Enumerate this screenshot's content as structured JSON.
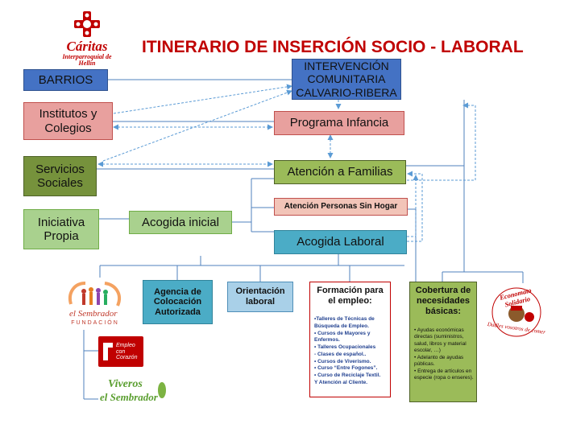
{
  "caritas": {
    "name": "Cáritas",
    "subtitle": "Interparroquial de Hellín"
  },
  "title": "ITINERARIO DE INSERCIÓN SOCIO - LABORAL",
  "left_boxes": {
    "barrios": "BARRIOS",
    "institutos": "Institutos y Colegios",
    "servicios": "Servicios Sociales",
    "iniciativa": "Iniciativa Propia"
  },
  "center_boxes": {
    "intervencion": "INTERVENCIÓN COMUNITARIA CALVARIO-RIBERA",
    "infancia": "Programa Infancia",
    "familias": "Atención a Familias",
    "sin_hogar": "Atención Personas Sin Hogar",
    "acogida_laboral": "Acogida Laboral",
    "acogida_inicial": "Acogida inicial"
  },
  "bottom_boxes": {
    "agencia": "Agencia de Colocación Autorizada",
    "orientacion": "Orientación laboral",
    "formacion_title": "Formación para el empleo:",
    "formacion_items": [
      "•Talleres de Técnicas de Búsqueda de Empleo.",
      "• Cursos de Mayores y Enfermos.",
      "• Talleres Ocupacionales",
      "- Clases de español..",
      "• Cursos de Viverismo.",
      "• Curso “Entre Fogones”.",
      "• Curso de Reciclaje Textil.",
      "Y Atención al Cliente."
    ],
    "cobertura_title": "Cobertura de necesidades básicas:",
    "cobertura_items": [
      "• Ayudas económicas directas (suministros, salud, libros y material escolar, …)",
      "• Adelanto de ayudas públicas.",
      "• Entrega de artículos en especie (ropa o enseres)."
    ]
  },
  "logos": {
    "sembrador": "el Sembrador",
    "fundacion": "FUNDACIÓN",
    "empleo": "Empleo con Corazón",
    "viveros_1": "Viveros",
    "viveros_2": "el Sembrador",
    "economato": "Economato Solidario",
    "economato_motto": "Dadles vosotros de comer"
  },
  "colors": {
    "title": "#c00000",
    "caritas": "#c00000",
    "arrows": "#5b9bd5",
    "lines": "#4f81bd"
  }
}
